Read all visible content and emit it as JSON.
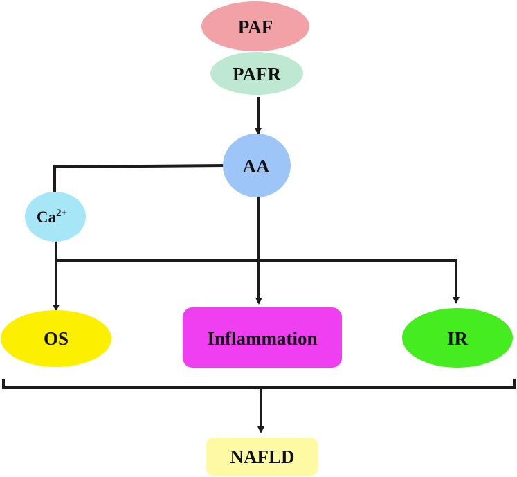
{
  "nodes": {
    "paf": {
      "label": "PAF",
      "color": "#f2a1a6"
    },
    "pafr": {
      "label": "PAFR",
      "color": "#bfe8d3"
    },
    "aa": {
      "label": "AA",
      "color": "#9ec5f7"
    },
    "calcium": {
      "label": "Ca",
      "superscript": "2+",
      "color": "#a6e6f7"
    },
    "os": {
      "label": "OS",
      "color": "#fcf000"
    },
    "inflammation": {
      "label": "Inflammation",
      "color": "#f03ff0"
    },
    "ir": {
      "label": "IR",
      "color": "#45ec1f"
    },
    "nafld": {
      "label": "NAFLD",
      "color": "#fdfaa3"
    }
  },
  "edge_color": "#1b1b1b"
}
